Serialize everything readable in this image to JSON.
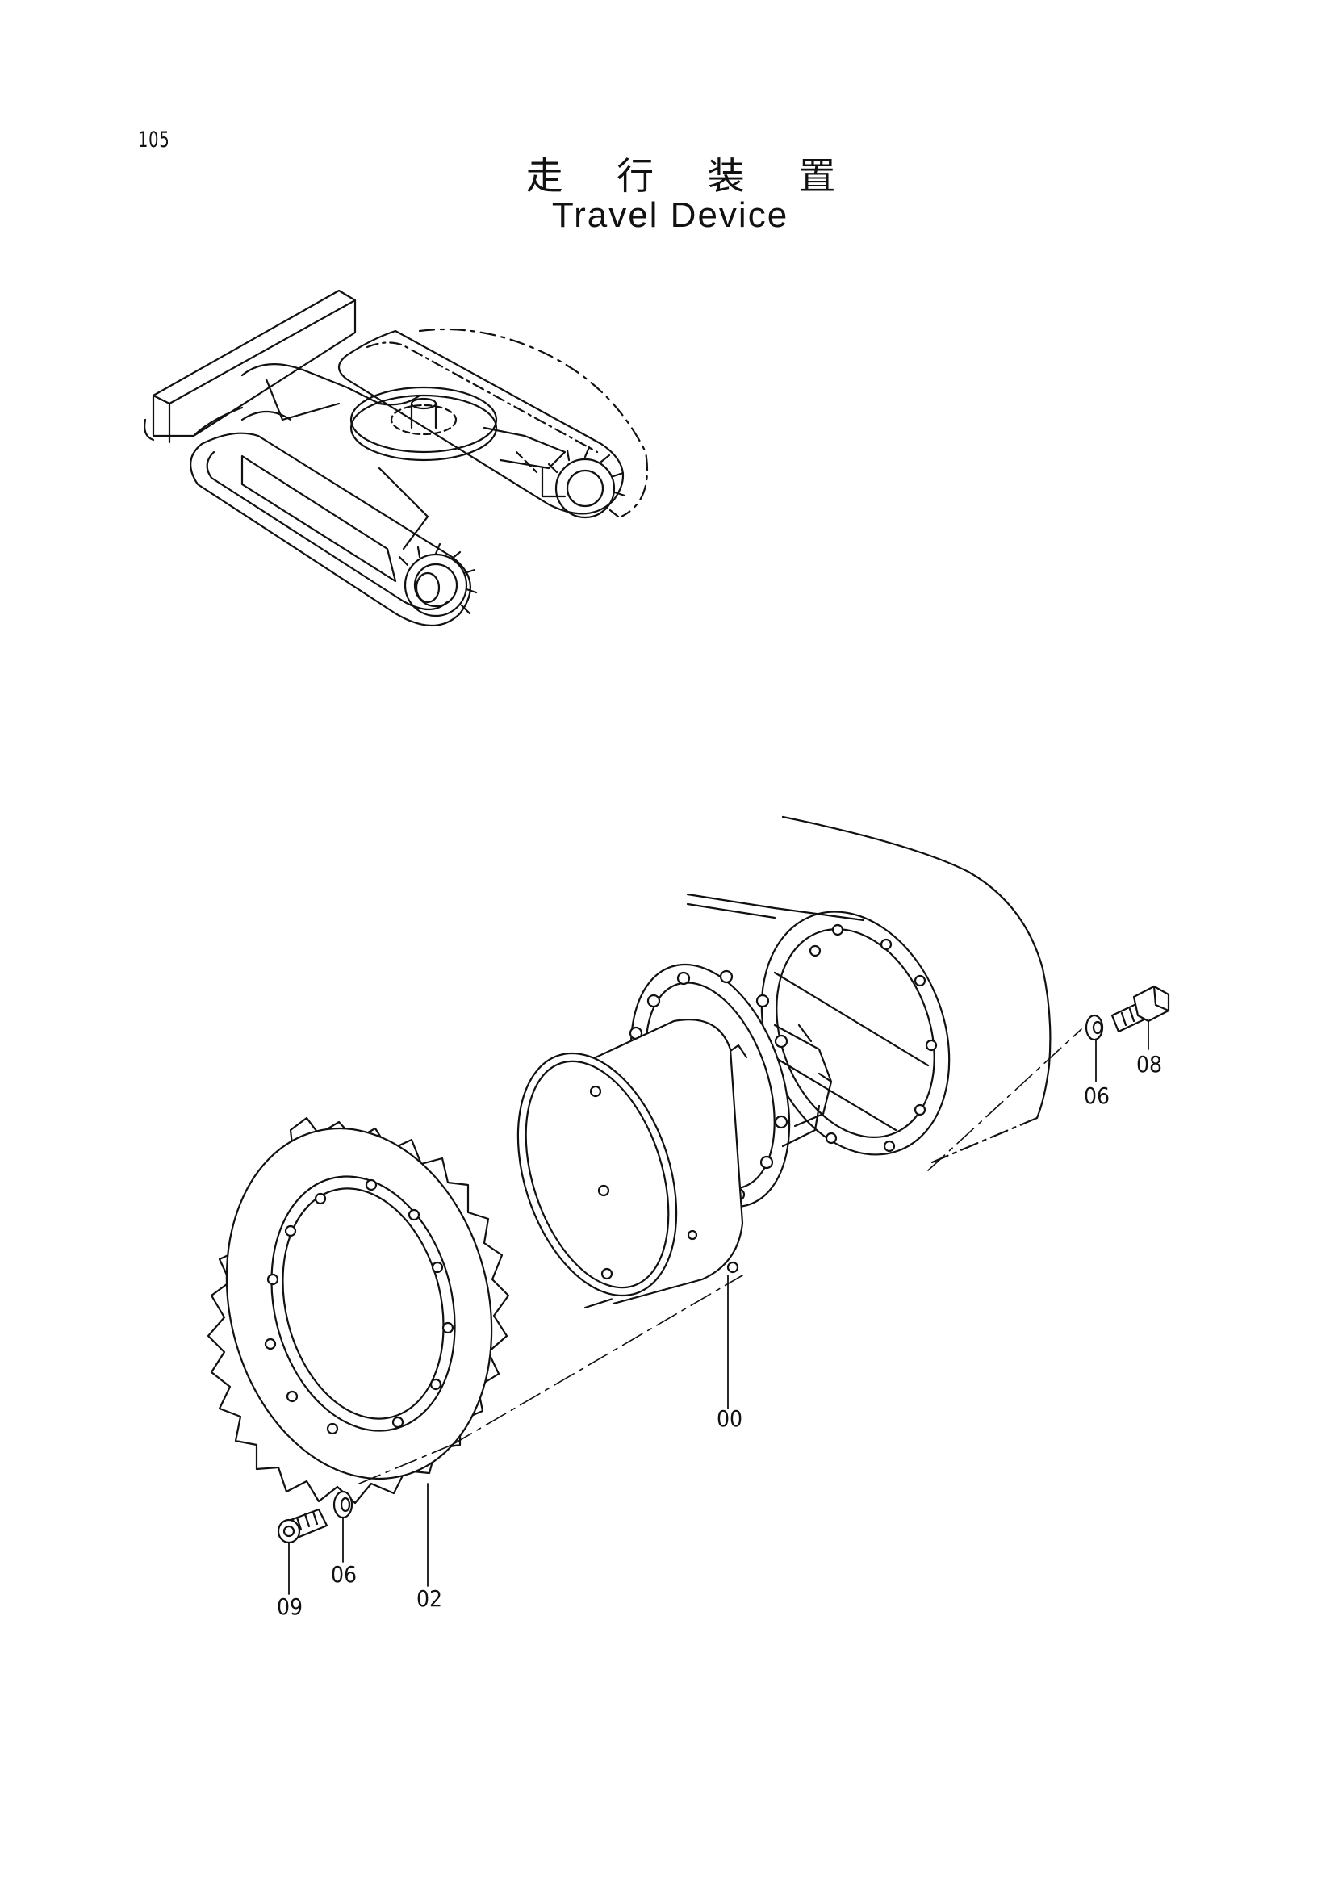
{
  "page": {
    "number": "105",
    "title_jp": "走 行 装 置",
    "title_en": "Travel Device"
  },
  "callouts": {
    "c00": "00",
    "c02": "02",
    "c06_left": "06",
    "c06_right": "06",
    "c08": "08",
    "c09": "09"
  },
  "colors": {
    "line": "#111111",
    "background": "#ffffff"
  }
}
